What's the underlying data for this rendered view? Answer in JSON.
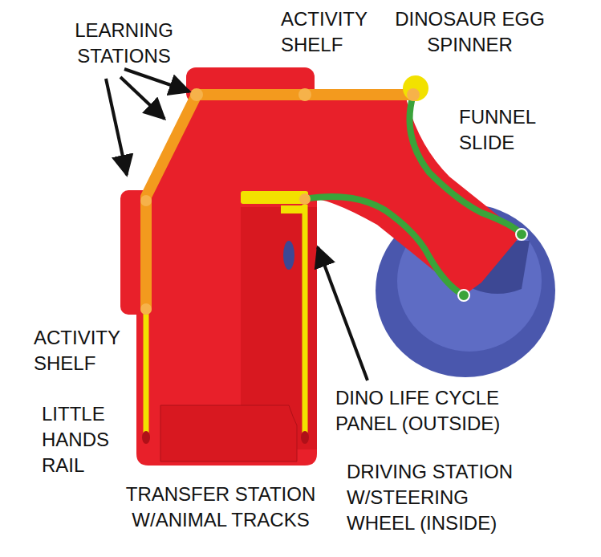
{
  "diagram": {
    "labels": [
      "LEARNING STATIONS",
      "ACTIVITY SHELF",
      "DINOSAUR EGG SPINNER",
      "FUNNEL SLIDE",
      "ACTIVITY SHELF",
      "LITTLE HANDS RAIL",
      "DINO LIFE CYCLE PANEL (OUTSIDE)",
      "TRANSFER STATION W/ANIMAL TRACKS",
      "DRIVING STATION W/STEERING WHEEL (INSIDE)"
    ]
  }
}
